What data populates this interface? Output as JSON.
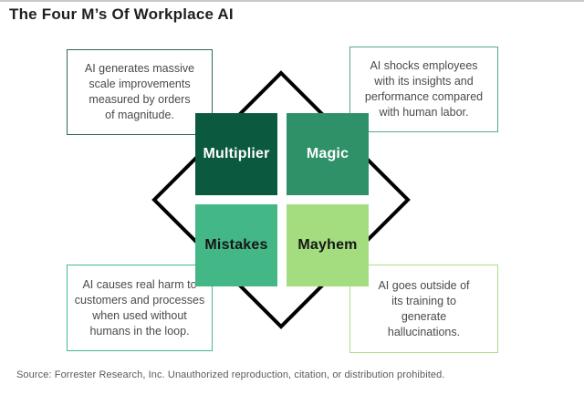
{
  "title": "The Four M’s Of Workplace AI",
  "quadrants": [
    {
      "label": "Multiplier",
      "color": "#0b5a3f",
      "text_color": "#ffffff"
    },
    {
      "label": "Magic",
      "color": "#2e9168",
      "text_color": "#ffffff"
    },
    {
      "label": "Mistakes",
      "color": "#44b787",
      "text_color": "#161616"
    },
    {
      "label": "Mayhem",
      "color": "#a3dd80",
      "text_color": "#161616"
    }
  ],
  "callouts": [
    {
      "position": "top-left",
      "border_color": "#2d6a51",
      "lines": [
        "AI generates massive",
        "scale improvements",
        "measured by orders",
        "of magnitude."
      ]
    },
    {
      "position": "top-right",
      "border_color": "#57a987",
      "lines": [
        "AI shocks employees",
        "with its insights and",
        "performance compared",
        "with human labor."
      ]
    },
    {
      "position": "bottom-left",
      "border_color": "#46b98b",
      "lines": [
        "AI causes real harm to",
        "customers and processes",
        "when used without",
        "humans in the loop."
      ]
    },
    {
      "position": "bottom-right",
      "border_color": "#aade88",
      "lines": [
        "AI goes outside of",
        "its training to",
        "generate",
        "hallucinations."
      ]
    }
  ],
  "diamond": {
    "outline_color": "#000000"
  },
  "source": "Source: Forrester Research, Inc. Unauthorized reproduction, citation, or distribution prohibited."
}
